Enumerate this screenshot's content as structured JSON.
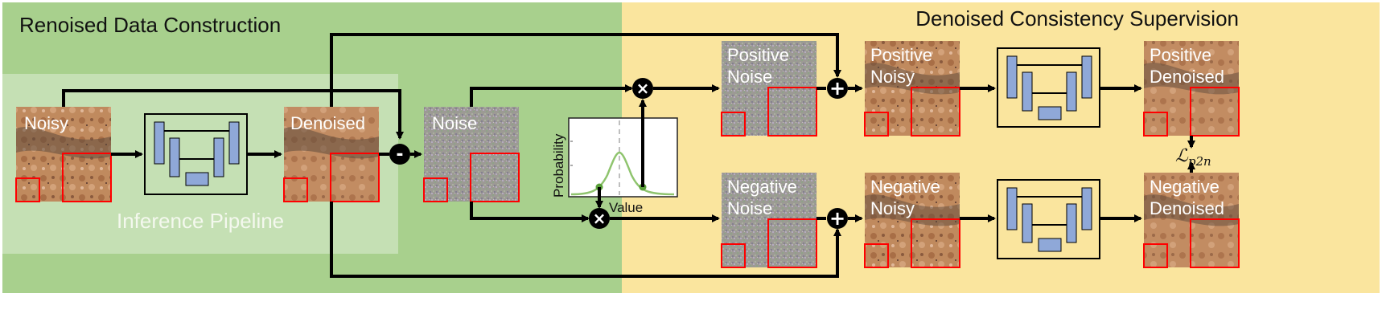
{
  "sections": {
    "left_title": "Renoised Data Construction",
    "right_title": "Denoised Consistency Supervision",
    "pipeline_label": "Inference Pipeline"
  },
  "images": {
    "noisy": "Noisy",
    "denoised": "Denoised",
    "noise": "Noise",
    "positive_noise": [
      "Positive",
      "Noise"
    ],
    "negative_noise": [
      "Negative",
      "Noise"
    ],
    "positive_noisy": [
      "Positive",
      "Noisy"
    ],
    "negative_noisy": [
      "Negative",
      "Noisy"
    ],
    "positive_denoised": [
      "Positive",
      "Denoised"
    ],
    "negative_denoised": [
      "Negative",
      "Denoised"
    ]
  },
  "operators": {
    "subtract": "-",
    "multiply": "×",
    "add": "+"
  },
  "distribution_plot": {
    "ylabel": "Probability",
    "xlabel": "Value"
  },
  "loss": {
    "symbol": "ℒ",
    "subscript": "p2n"
  },
  "colors": {
    "left_bg": "#a8d08d",
    "right_bg": "#fae59e",
    "pipeline_bg": "#c5e0b4",
    "unet_block": "#8fa8d8",
    "crop_box": "#ff0000",
    "curve": "#8fc46e"
  }
}
